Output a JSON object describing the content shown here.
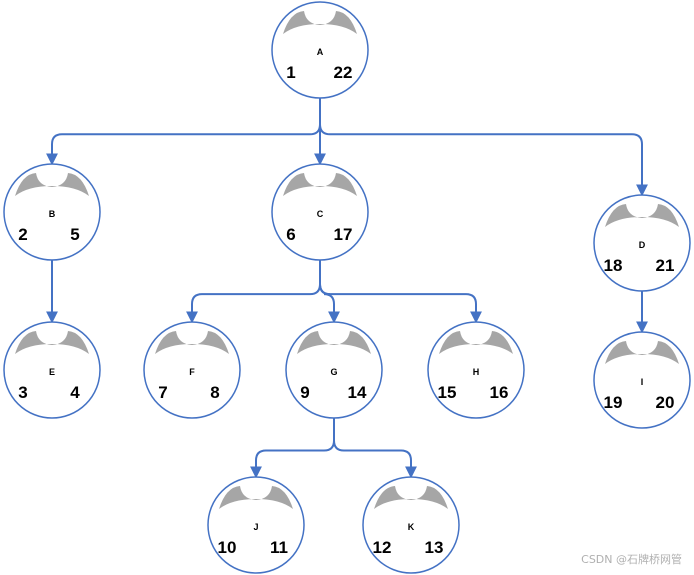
{
  "nodes": [
    {
      "id": "A",
      "label": "A",
      "start": "1",
      "end": "22"
    },
    {
      "id": "B",
      "label": "B",
      "start": "2",
      "end": "5"
    },
    {
      "id": "C",
      "label": "C",
      "start": "6",
      "end": "17"
    },
    {
      "id": "D",
      "label": "D",
      "start": "18",
      "end": "21"
    },
    {
      "id": "E",
      "label": "E",
      "start": "3",
      "end": "4"
    },
    {
      "id": "F",
      "label": "F",
      "start": "7",
      "end": "8"
    },
    {
      "id": "G",
      "label": "G",
      "start": "9",
      "end": "14"
    },
    {
      "id": "H",
      "label": "H",
      "start": "15",
      "end": "16"
    },
    {
      "id": "I",
      "label": "I",
      "start": "19",
      "end": "20"
    },
    {
      "id": "J",
      "label": "J",
      "start": "10",
      "end": "11"
    },
    {
      "id": "K",
      "label": "K",
      "start": "12",
      "end": "13"
    }
  ],
  "edges": [
    {
      "from": "A",
      "to": "B"
    },
    {
      "from": "A",
      "to": "C"
    },
    {
      "from": "A",
      "to": "D"
    },
    {
      "from": "B",
      "to": "E"
    },
    {
      "from": "C",
      "to": "F"
    },
    {
      "from": "C",
      "to": "G"
    },
    {
      "from": "C",
      "to": "H"
    },
    {
      "from": "D",
      "to": "I"
    },
    {
      "from": "G",
      "to": "J"
    },
    {
      "from": "G",
      "to": "K"
    }
  ],
  "colors": {
    "edge": "#4472C4",
    "node_border": "#4472C4",
    "decoration": "#A6A6A6"
  },
  "watermark": "CSDN @石牌桥网管"
}
